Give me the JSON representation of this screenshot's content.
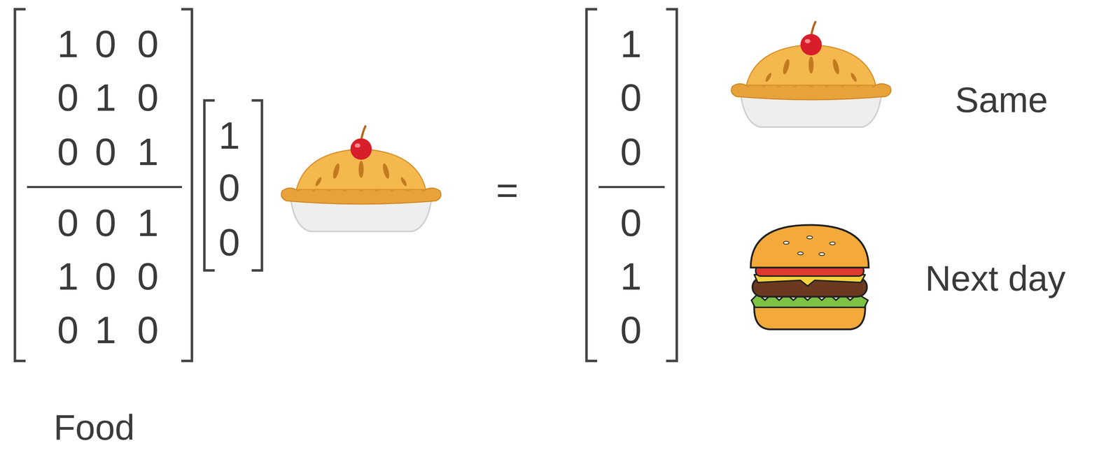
{
  "diagram": {
    "labels": [
      "1",
      "0",
      "0",
      "0",
      "1",
      "0",
      "0",
      "0",
      "1",
      "0",
      "0",
      "1",
      "1",
      "0",
      "0",
      "0",
      "1",
      "0",
      "1",
      "0",
      "0",
      "=",
      "1",
      "0",
      "0",
      "0",
      "1",
      "0",
      "Same",
      "Next day",
      "Food"
    ]
  }
}
